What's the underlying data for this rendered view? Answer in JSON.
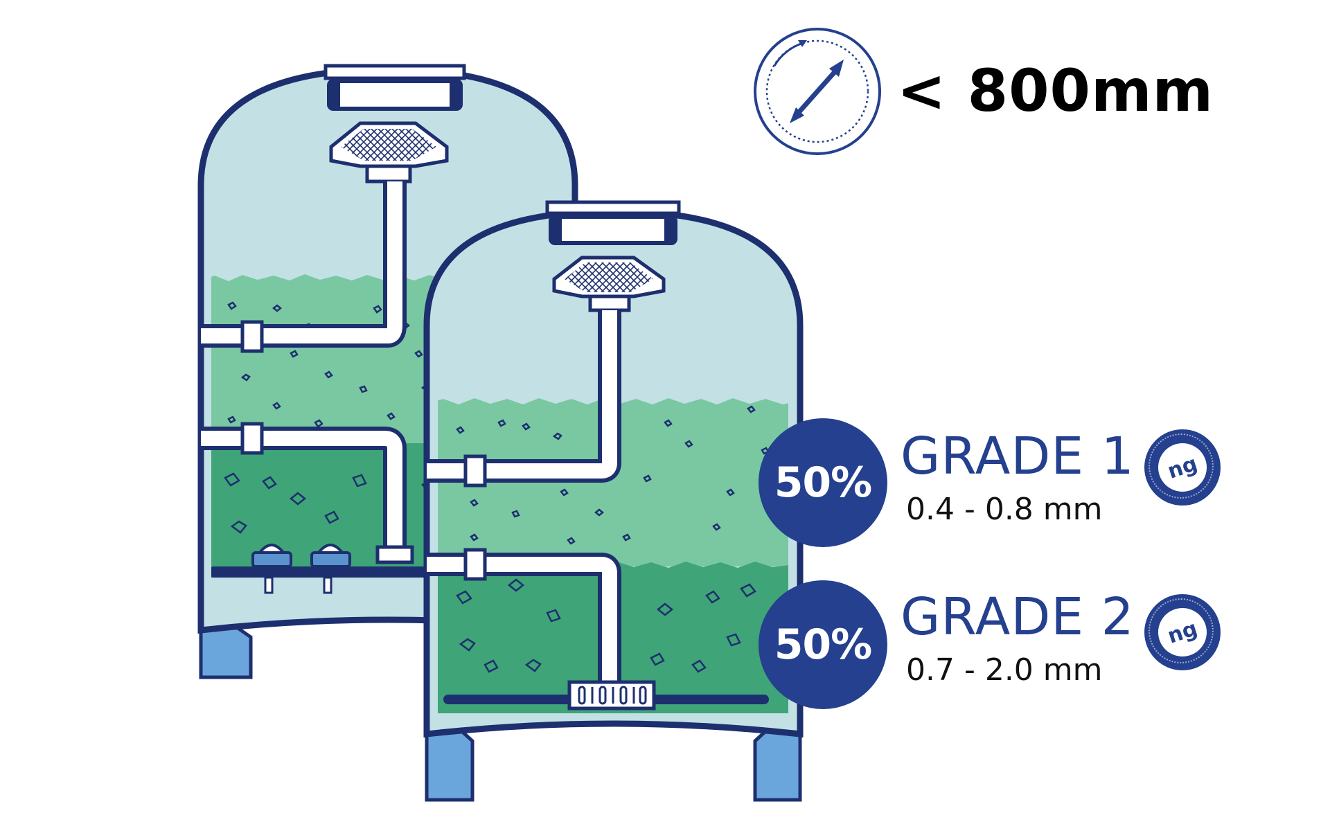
{
  "diameter": {
    "label": "< 800mm",
    "icon": "diameter-arrow-icon"
  },
  "grades": [
    {
      "percent": "50%",
      "title": "GRADE 1",
      "size": "0.4 - 0.8 mm",
      "seal_text": "ng"
    },
    {
      "percent": "50%",
      "title": "GRADE 2",
      "size": "0.7 - 2.0 mm",
      "seal_text": "ng"
    }
  ],
  "colors": {
    "navy": "#1d2f6e",
    "brand_blue": "#24408e",
    "water": "#c3e1e5",
    "media_light": "#79c8a2",
    "media_dark": "#3fa477",
    "leg_blue": "#6aa6dc",
    "chip_blue": "#5b93cf"
  }
}
